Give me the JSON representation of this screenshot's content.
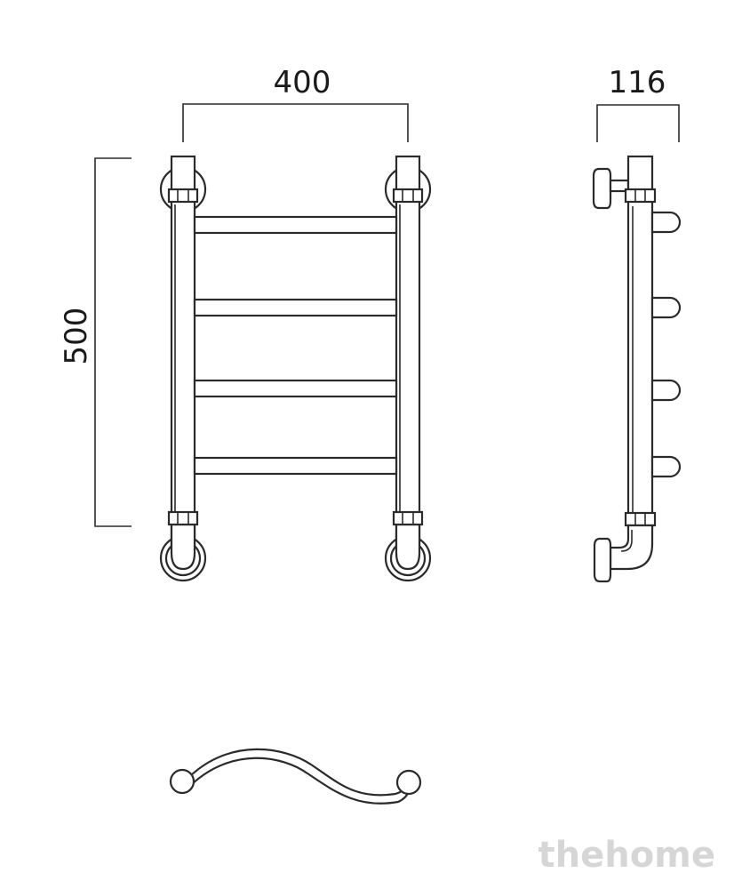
{
  "dimensions": {
    "width_label": "400",
    "height_label": "500",
    "depth_label": "116"
  },
  "watermark": "thehome",
  "colors": {
    "line": "#2b2b2b",
    "watermark": "#d6d6d6"
  }
}
